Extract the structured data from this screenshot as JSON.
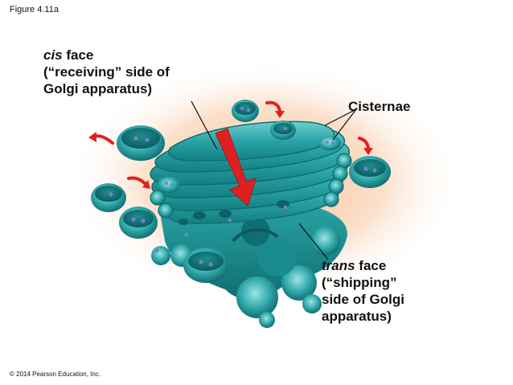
{
  "figure_label": "Figure 4.11a",
  "copyright": "© 2014 Pearson Education, Inc.",
  "labels": {
    "cis": {
      "term": "cis",
      "rest": " face",
      "line2": "(“receiving” side of",
      "line3": "Golgi apparatus)"
    },
    "cisternae": "Cisternae",
    "trans": {
      "term": "trans",
      "rest": " face",
      "line2": "(“shipping”",
      "line3": "side of Golgi",
      "line4": "apparatus)"
    }
  },
  "colors": {
    "teal_dark": "#137f82",
    "teal": "#2ba6a8",
    "teal_light": "#7fd3d2",
    "glow": "#f7c9a0",
    "arrow_red": "#e02020",
    "vesicle_dot": "#6a6fc0"
  }
}
